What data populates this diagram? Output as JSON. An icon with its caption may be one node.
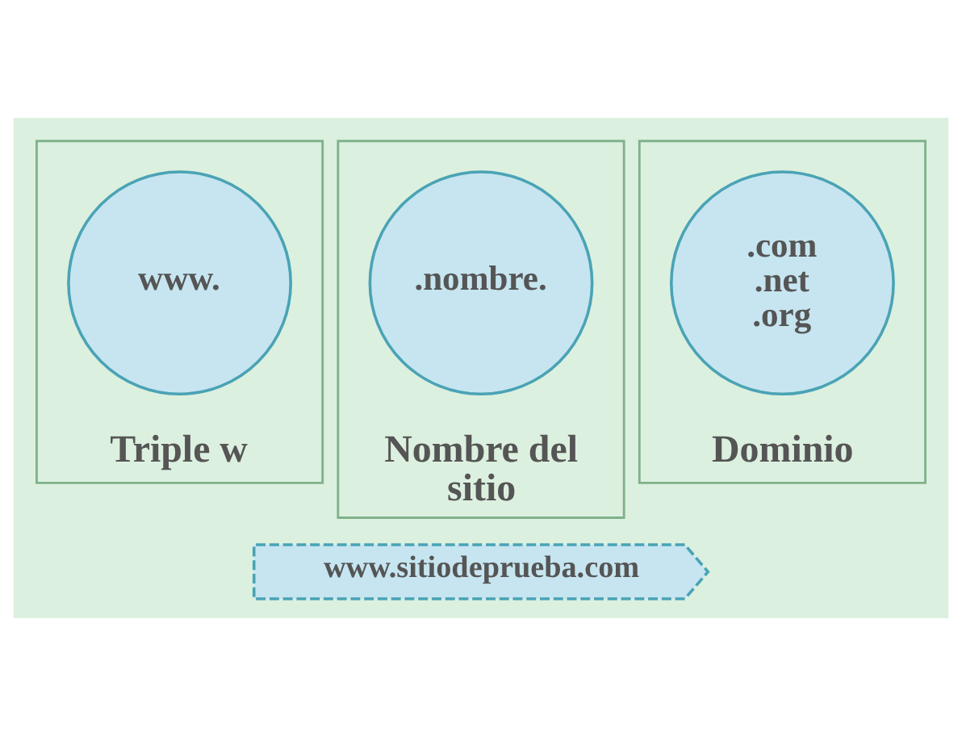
{
  "diagram": {
    "nodes": [
      {
        "text": [
          "Triple w"
        ]
      },
      {
        "text": [
          "www."
        ],
        "in": 0
      },
      {
        "text": [
          "Nombre del sitio"
        ]
      },
      {
        "text": [
          ".nombre."
        ],
        "in": 2
      },
      {
        "text": [
          "Dominio"
        ]
      },
      {
        "text": [
          ".com",
          ".net",
          ".org"
        ],
        "in": 4
      },
      {
        "text": [
          "www.sitiodeprueba.com"
        ]
      }
    ]
  }
}
